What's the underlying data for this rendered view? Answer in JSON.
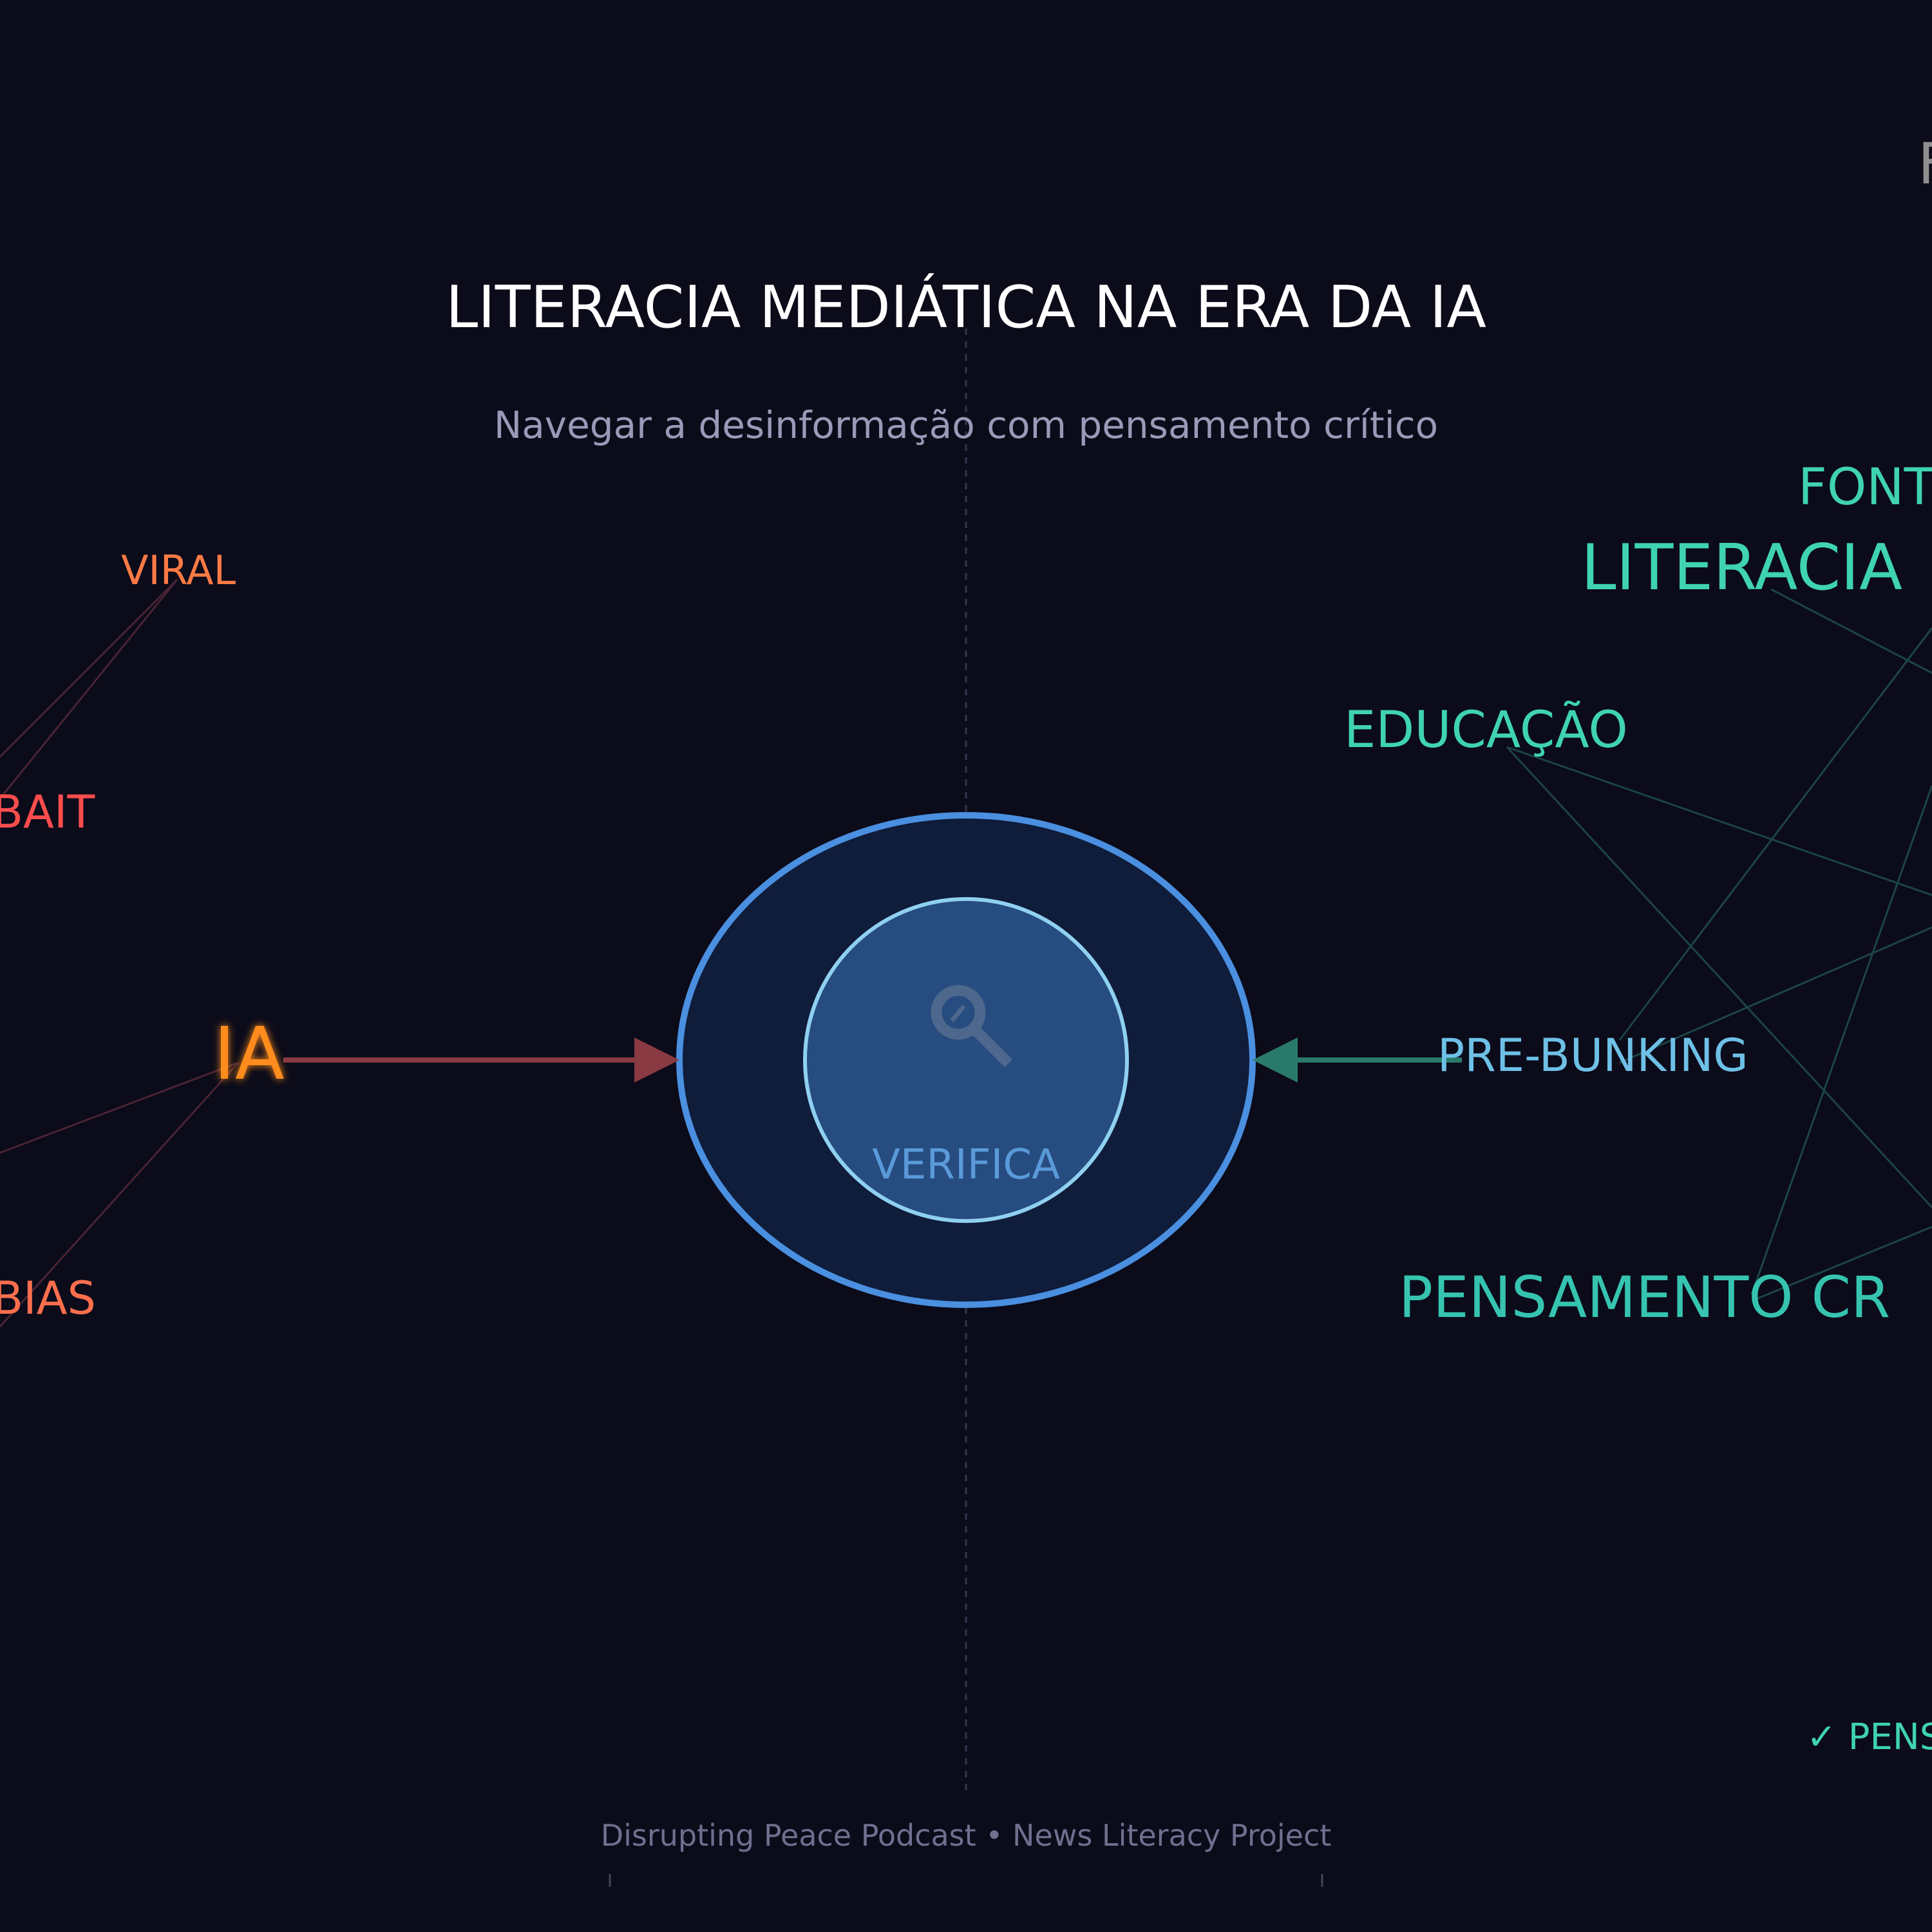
{
  "title": "LITERACIA MEDIÁTICA NA ERA DA IA",
  "subtitle": "Navegar a desinformação com pensamento crítico",
  "footer": "Disrupting Peace Podcast • News Literacy Project",
  "top_right_fragment": "F",
  "center": {
    "icon": "magnifier-icon",
    "label": "VERIFICA"
  },
  "threats": {
    "viral": "VIRAL",
    "bait": "BAIT",
    "ia": "IA",
    "bias": "BIAS"
  },
  "solutions": {
    "fontes": "FONT",
    "literacia": "LITERACIA",
    "educacao": "EDUCAÇÃO",
    "prebunking": "PRE-BUNKING",
    "pensamento": "PENSAMENTO CR",
    "checklist": "✓ PENS"
  },
  "colors": {
    "background": "#0b0b1a",
    "threat_orange": "#ff8c1a",
    "threat_red": "#ff4d4d",
    "threat_coral": "#ff6f4d",
    "solution_teal": "#3fd3b0",
    "solution_blue": "#6ec0e6",
    "ring_blue": "#4a8fe0",
    "inner_ring": "#8fd0f0",
    "arrow_red": "#8a3a42",
    "arrow_teal": "#2a7a6a"
  }
}
